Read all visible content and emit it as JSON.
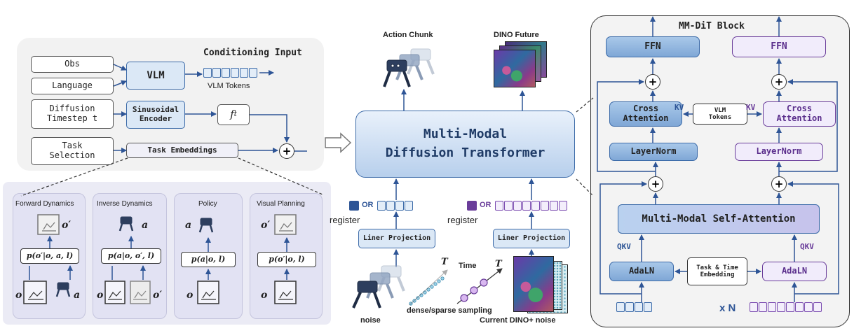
{
  "conditioning": {
    "title": "Conditioning Input",
    "inputs": {
      "obs": "Obs",
      "language": "Language",
      "diffusion_line1": "Diffusion",
      "diffusion_line2": "Timestep t",
      "task_line1": "Task",
      "task_line2": "Selection"
    },
    "vlm": "VLM",
    "vlm_tokens": "VLM Tokens",
    "sinusoidal_line1": "Sinusoidal",
    "sinusoidal_line2": "Encoder",
    "ft_main": "f",
    "ft_sub": "t",
    "task_embeddings": "Task Embeddings",
    "plus": "+"
  },
  "task_cards": [
    {
      "title": "Forward Dynamics",
      "formula": "p(o′|o, a, l)",
      "output": "o′",
      "inputs": [
        "o",
        "a"
      ]
    },
    {
      "title": "Inverse Dynamics",
      "formula": "p(a|o, o′, l)",
      "output": "a",
      "inputs": [
        "o",
        "o′"
      ]
    },
    {
      "title": "Policy",
      "formula": "p(a|o, l)",
      "output": "a",
      "inputs": [
        "o"
      ]
    },
    {
      "title": "Visual Planning",
      "formula": "p(o′|o, l)",
      "output": "o′",
      "inputs": [
        "o"
      ]
    }
  ],
  "center": {
    "action_chunk": "Action Chunk",
    "dino_future": "DINO Future",
    "dit_line1": "Multi-Modal",
    "dit_line2": "Diffusion Transformer",
    "or": "OR",
    "register": "register",
    "liner_projection": "Liner Projection",
    "time": "Time",
    "t_symbol": "T",
    "noise": "noise",
    "sampling": "dense/sparse sampling",
    "dino_noise": "Current DINO+ noise"
  },
  "mmdit": {
    "title": "MM-DiT Block",
    "ffn": "FFN",
    "cross_line1": "Cross",
    "cross_line2": "Attention",
    "kv": "KV",
    "vlm_tokens_line1": "VLM",
    "vlm_tokens_line2": "Tokens",
    "layernorm": "LayerNorm",
    "mmsa": "Multi-Modal Self-Attention",
    "qkv": "QKV",
    "adaln": "AdaLN",
    "task_time_line1": "Task & Time",
    "task_time_line2": "Embedding",
    "xn": "x N",
    "plus": "+"
  },
  "colors": {
    "blue_border": "#3b6aa8",
    "blue_fill": "#dbe8f6",
    "purple_border": "#6a3d9a",
    "purple_fill": "#f1ecfb",
    "panel_gray": "#f2f2f2",
    "card_lavender": "#e6e6f4"
  }
}
